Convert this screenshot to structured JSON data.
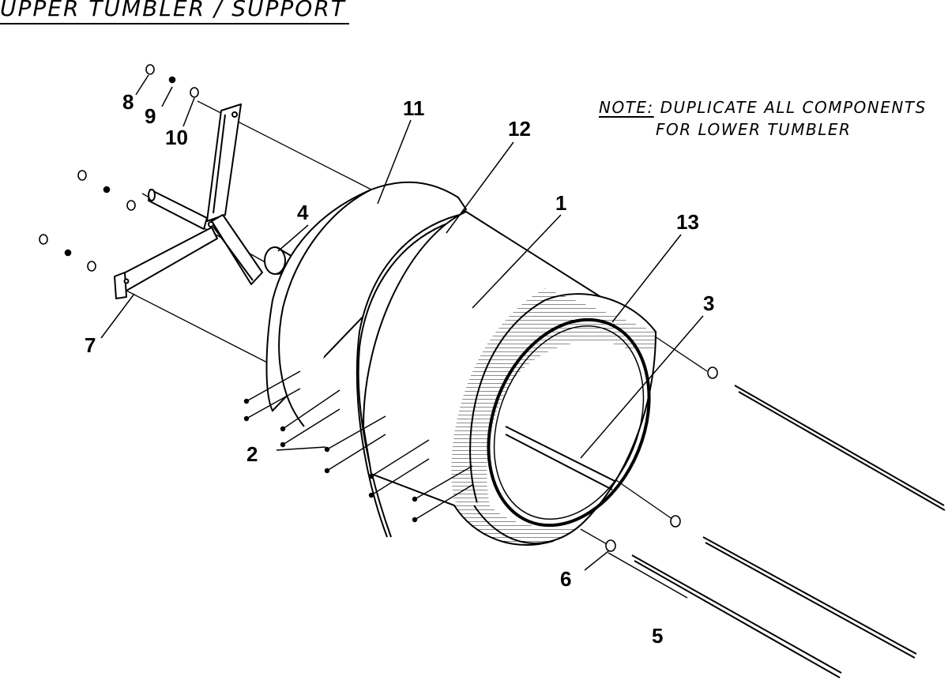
{
  "title": "UPPER TUMBLER / SUPPORT",
  "note": {
    "label": "NOTE:",
    "line1": "DUPLICATE ALL COMPONENTS",
    "line2": "FOR LOWER TUMBLER"
  },
  "callouts": [
    "1",
    "2",
    "3",
    "4",
    "5",
    "6",
    "7",
    "8",
    "9",
    "10",
    "11",
    "12",
    "13"
  ]
}
